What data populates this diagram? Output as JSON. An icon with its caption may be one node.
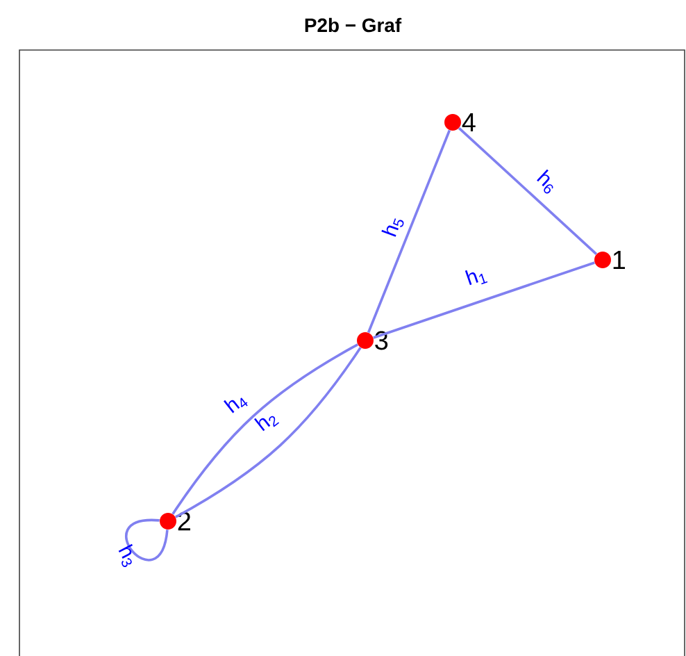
{
  "diagram": {
    "title": "P2b − Graf",
    "nodes": [
      {
        "text": [],
        "shape": "circle",
        "beside": [
          "4"
        ]
      },
      {
        "text": [],
        "shape": "circle",
        "beside": [
          "1"
        ]
      },
      {
        "text": [],
        "shape": "circle",
        "beside": [
          "3"
        ]
      },
      {
        "text": [],
        "shape": "circle",
        "beside": [
          "2"
        ]
      }
    ],
    "edges": [
      {
        "from": 2,
        "to": 1,
        "arrow": "none",
        "label": "h$_{1}$"
      },
      {
        "from": 3,
        "to": 2,
        "arrow": "none",
        "label": "h$_{2}$"
      },
      {
        "from": 3,
        "to": 3,
        "arrow": "none",
        "label": "h$_{3}$"
      },
      {
        "from": 3,
        "to": 2,
        "arrow": "none",
        "label": "h$_{4}$"
      },
      {
        "from": 2,
        "to": 0,
        "arrow": "none",
        "label": "h$_{5}$"
      },
      {
        "from": 0,
        "to": 1,
        "arrow": "none",
        "label": "h$_{6}$"
      }
    ]
  }
}
